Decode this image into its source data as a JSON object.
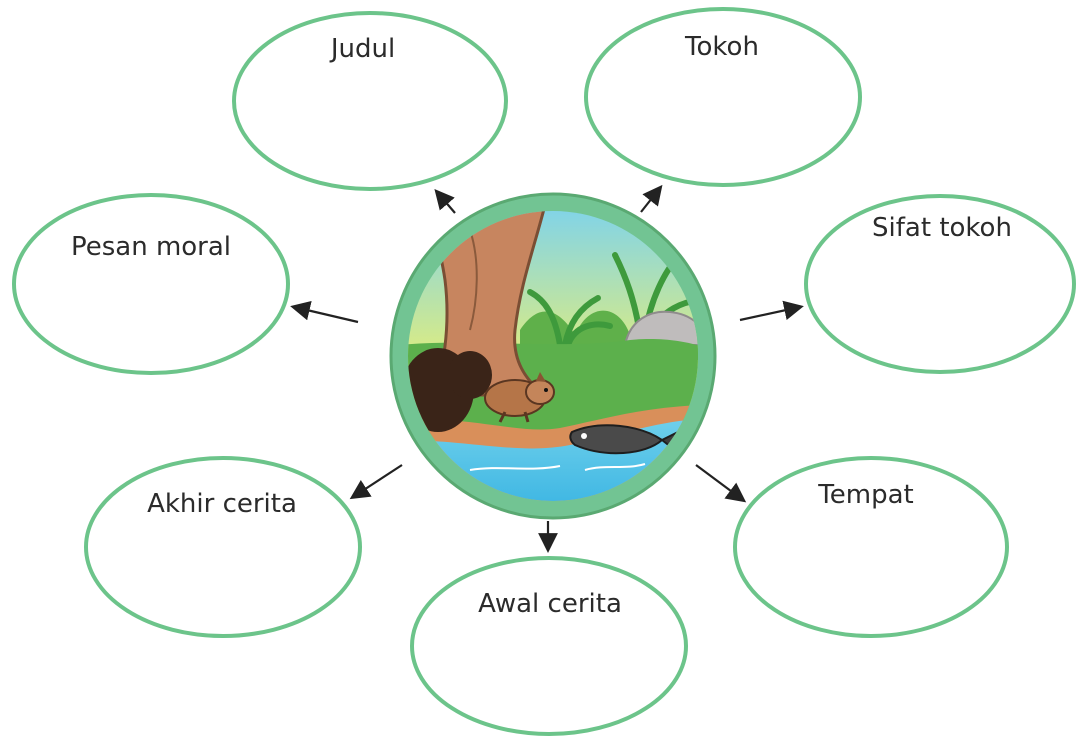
{
  "diagram": {
    "nodes": [
      {
        "id": "judul",
        "label": "Judul"
      },
      {
        "id": "tokoh",
        "label": "Tokoh"
      },
      {
        "id": "sifat-tokoh",
        "label": "Sifat tokoh"
      },
      {
        "id": "pesan-moral",
        "label": "Pesan moral"
      },
      {
        "id": "akhir-cerita",
        "label": "Akhir cerita"
      },
      {
        "id": "awal-cerita",
        "label": "Awal cerita"
      },
      {
        "id": "tempat",
        "label": "Tempat"
      }
    ],
    "center": {
      "illustration": "squirrel-and-fish-by-river",
      "ring_color": "#72c493",
      "ring_inner_color": "#5aa972"
    },
    "colors": {
      "bubble_stroke": "#6cc48a",
      "arrow": "#222222"
    }
  }
}
